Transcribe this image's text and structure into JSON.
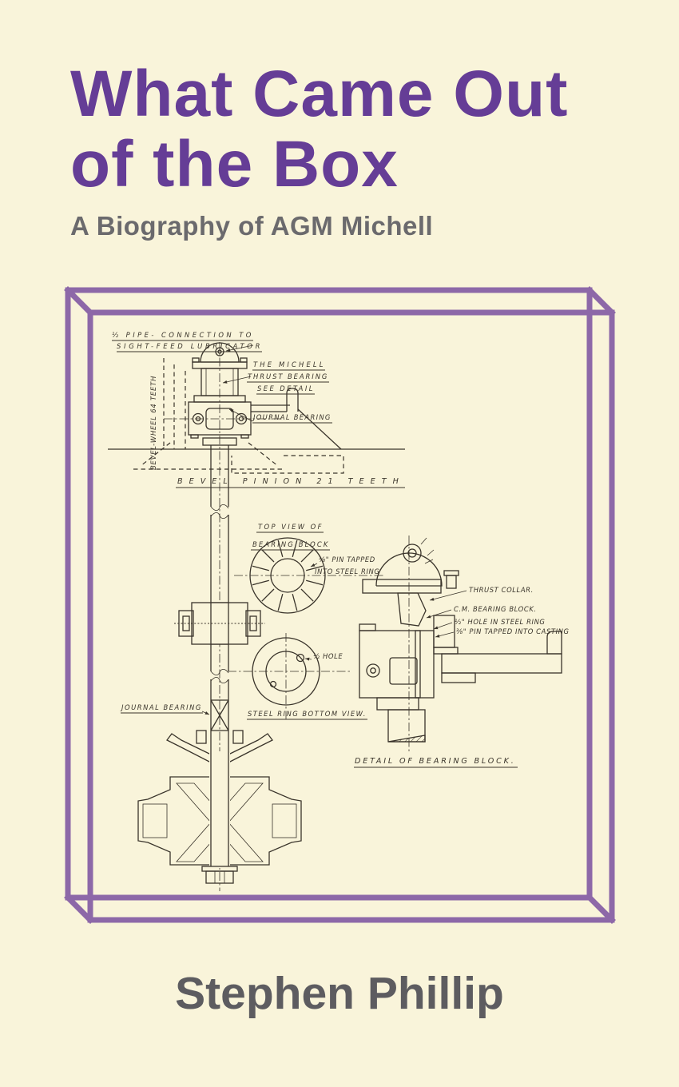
{
  "cover": {
    "title_line1": "What Came Out",
    "title_line2": "of the Box",
    "subtitle": "A Biography of AGM Michell",
    "author": "Stephen Phillip",
    "colors": {
      "background": "#f9f4da",
      "title_purple": "#653d96",
      "subtitle_gray": "#6b6a6d",
      "author_gray": "#5d5c60",
      "frame_purple": "#8d68a8",
      "ink": "#3a342b"
    }
  },
  "drawing": {
    "labels": {
      "lubricator_1": "½ PIPE- CONNECTION TO",
      "lubricator_2": "SIGHT-FEED LUBRICATOR",
      "michell_1": "THE MICHELL",
      "michell_2": "THRUST BEARING",
      "michell_3": "SEE DETAIL",
      "journal_bearing_top": "JOURNAL BEARING",
      "bevel_wheel": "BEVEL-WHEEL 64 TEETH",
      "bevel_pinion": "BEVEL PINION 21 TEETH",
      "top_view_1": "TOP VIEW OF",
      "top_view_2": "BEARING BLOCK",
      "pin_tapped_1": "⅜\" PIN TAPPED",
      "pin_tapped_2": "INTO STEEL RING",
      "half_hole": "½ HOLE",
      "steel_ring": "STEEL RING BOTTOM VIEW.",
      "journal_bearing_bottom": "JOURNAL BEARING",
      "thrust_collar": "THRUST COLLAR.",
      "cm_bearing_block": "C.M. BEARING BLOCK.",
      "hole_in_ring": "½\" HOLE IN STEEL RING",
      "pin_into_casting": "⅜\" PIN TAPPED INTO CASTING",
      "detail_title": "DETAIL OF BEARING BLOCK."
    }
  }
}
